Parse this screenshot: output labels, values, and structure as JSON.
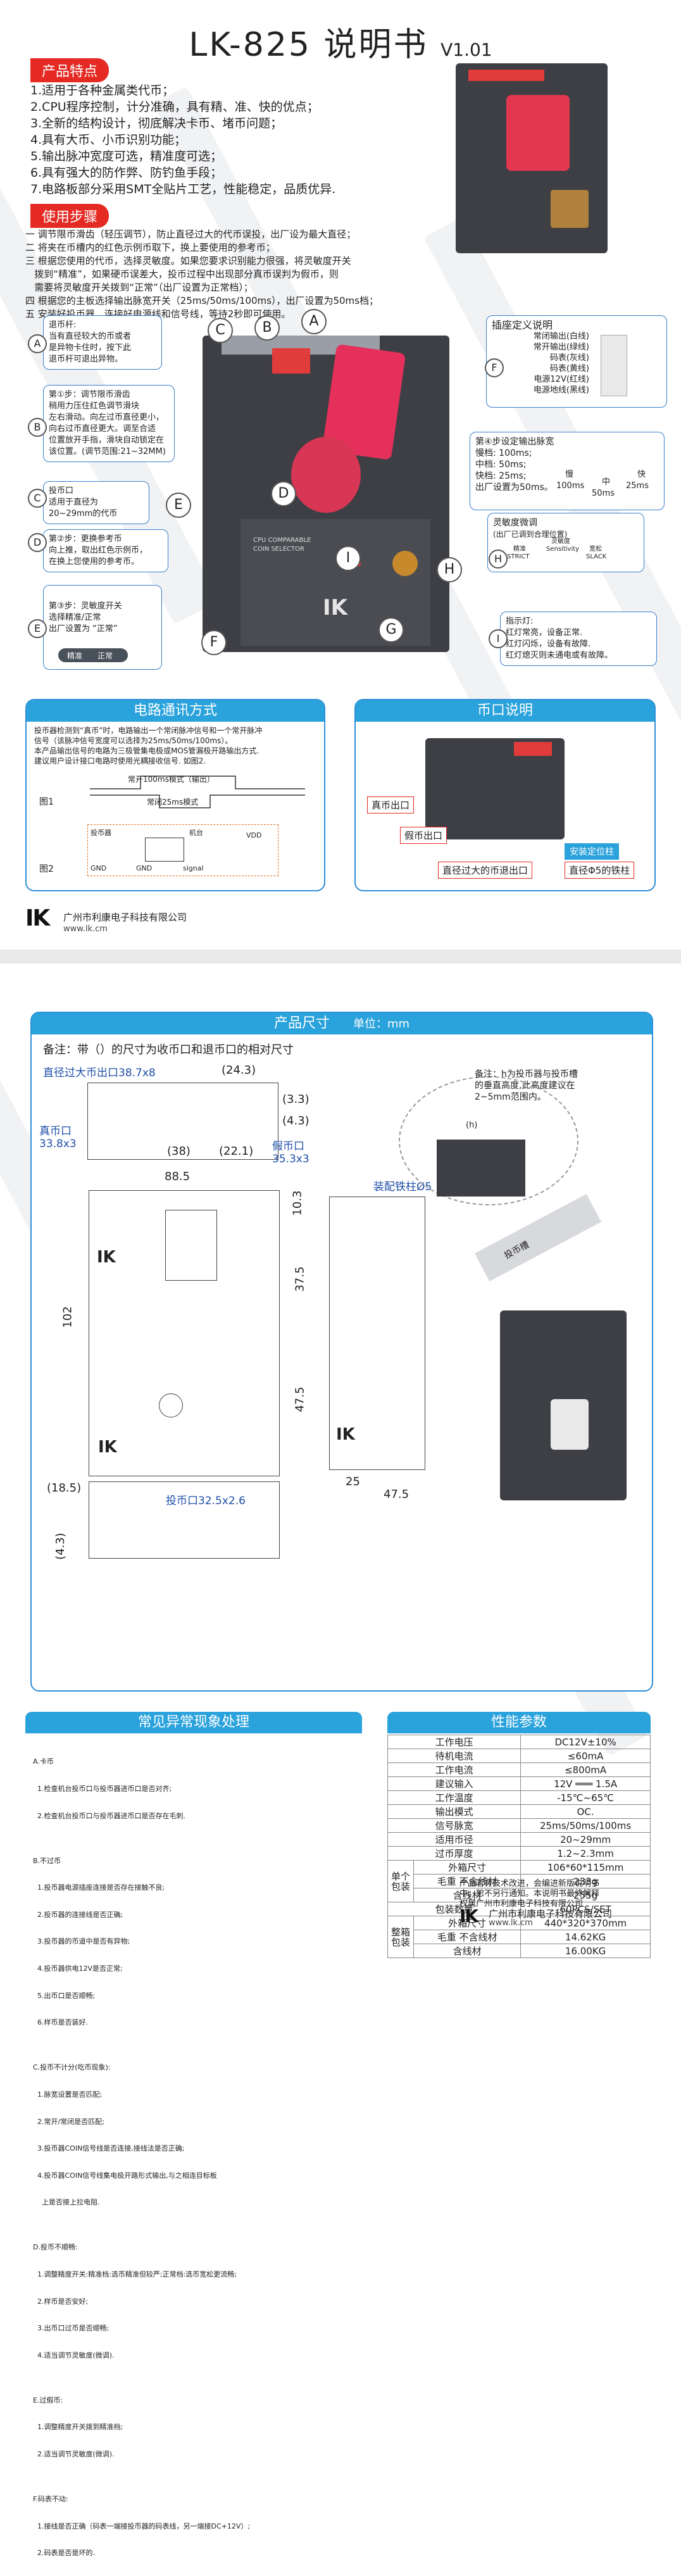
{
  "header": {
    "title": "LK-825 说明书",
    "version": "V1.01"
  },
  "features": {
    "label": "产品特点",
    "items": [
      "1.适用于各种金属类代币；",
      "2.CPU程序控制，计分准确，具有精、准、快的优点；",
      "3.全新的结构设计，彻底解决卡币、堵币问题；",
      "4.具有大币、小币识别功能；",
      "5.输出脉冲宽度可选，精准度可选；",
      "6.具有强大的防作弊、防钓鱼手段；",
      "7.电路板部分采用SMT全贴片工艺，性能稳定，品质优异."
    ]
  },
  "usage": {
    "label": "使用步骤",
    "items": [
      "一 调节限币滑齿（轻压调节），防止直径过大的代币误投，出厂设为最大直径；",
      "二 将夹在币槽内的红色示例币取下，换上要使用的参考币；",
      "三 根据您使用的代币，选择灵敏度。如果您要求识别能力很强，将灵敏度开关",
      "   拨到“精准”，如果硬币误差大，投币过程中出现部分真币误判为假币，则",
      "   需要将灵敏度开关拨到“正常”（出厂设置为正常档）；",
      "四 根据您的主板选择输出脉宽开关（25ms/50ms/100ms），出厂设置为50ms档；",
      "五 安装好投币器，连接好电源线和信号线，等待2秒即可使用。"
    ]
  },
  "diagram": {
    "callout_a": "退币杆:\n当有直径较大的币或者\n是异物卡住时，按下此\n退币杆可退出异物。",
    "callout_b": "第①步：调节限币滑齿\n稍用力压住红色调节滑块\n左右滑动。向左过币直径更小，\n向右过币直径更大。调至合适\n位置放开手指，滑块自动锁定在\n该位置。(调节范围:21~32MM)",
    "callout_c": "投币口\n适用于直径为\n20~29mm的代币",
    "callout_d": "第②步：更换参考币\n向上推，取出红色示例币，\n在换上您使用的参考币。",
    "callout_e": "第③步：灵敏度开关\n选择精准/正常\n出厂设置为 “正常”",
    "switch_labels": [
      "精准",
      "正常"
    ],
    "plug_title": "插座定义说明",
    "plug_items": [
      "常闭输出(白线)",
      "常开输出(绿线)",
      "码表(灰线)",
      "码表(黄线)",
      "电源12V(红线)",
      "电源地线(黑线)"
    ],
    "pulse_title": "第④步设定输出脉宽",
    "pulse_items": [
      "慢档: 100ms;",
      "中档: 50ms;",
      "快档: 25ms;",
      "出厂设置为50ms。"
    ],
    "pulse_marks": [
      "慢",
      "中",
      "快",
      "100ms",
      "50ms",
      "25ms"
    ],
    "sens_title": "灵敏度微调",
    "sens_sub": "(出厂已调到合理位置)",
    "sens_marks": [
      "灵敏度",
      "Sensitivity",
      "精准",
      "STRICT",
      "宽松",
      "SLACK"
    ],
    "led_text": "指示灯:\n红灯常亮，设备正常.\n红灯闪烁，设备有故障.\n红灯熄灭则未通电或有故障。",
    "letters": [
      "A",
      "B",
      "C",
      "D",
      "E",
      "F",
      "G",
      "H",
      "I"
    ],
    "device_text": [
      "CPU COMPARABLE",
      "COIN SELECTOR"
    ]
  },
  "circuit": {
    "title": "电路通讯方式",
    "text": [
      "投币器检测到“真币”时，电路输出一个常闭脉冲信号和一个常开脉冲",
      "信号（该脉冲信号宽度可以选择为25ms/50ms/100ms）。",
      "本产品输出信号的电路为三极管集电极或MOS管漏极开路输出方式.",
      "建议用户设计接口电路时使用光耦接收信号. 如图2."
    ],
    "fig1": "图1",
    "fig2": "图2",
    "mode1": "常开100ms模式（输出）",
    "mode2": "常闭25ms模式",
    "labels": [
      "投币器",
      "机台",
      "VDD",
      "GND",
      "GND",
      "signal"
    ]
  },
  "coin_exit": {
    "title": "币口说明",
    "labels": [
      "真币出口",
      "假币出口",
      "直径过大的币退出口"
    ],
    "blue": [
      "安装定位柱",
      "直径Φ5的铁柱"
    ]
  },
  "company": {
    "logo": "IK",
    "name": "广州市利康电子科技有限公司",
    "url": "www.lk.cm"
  },
  "dimensions": {
    "title": "产品尺寸",
    "unit": "单位：mm",
    "note": "备注：带（）的尺寸为收币口和退币口的相对尺寸",
    "h_note": "备注：h为投币器与投币槽\n的垂直高度,此高度建议在\n2~5mm范围内。",
    "labels": {
      "big_exit": "直径过大币出口38.7x8",
      "true_exit": "真币口\n33.8x3",
      "false_exit": "假币口\n35.3x3",
      "coin_in": "投币口32.5x2.6",
      "mount": "装配铁柱Ø5",
      "slot": "投币槽",
      "h": "(h)"
    },
    "values": [
      "(24.3)",
      "(3.3)",
      "(4.3)",
      "(38)",
      "(22.1)",
      "88.5",
      "10.3",
      "102",
      "37.5",
      "47.5",
      "(18.5)",
      "(4.3)",
      "25",
      "47.5"
    ]
  },
  "troubles": {
    "title": "常见异常现象处理",
    "text": [
      "A.卡币",
      "  1.检查机台投币口与投币器进币口是否对齐;",
      "  2.检查机台投币口与投币器进币口是否存在毛刺.",
      "",
      "B.不过币",
      "  1.投币器电源插座连接是否存在接触不良;",
      "  2.投币器的连接线是否正确;",
      "  3.投币器的币道中是否有异物;",
      "  4.投币器供电12V是否正常;",
      "  5.出币口是否顺畅;",
      "  6.样币是否装好.",
      "",
      "C.投币不计分(吃币现象):",
      "  1.脉宽设置是否匹配;",
      "  2.常开/常闭是否匹配;",
      "  3.投币器COIN信号线是否连接,接线法是否正确;",
      "  4.投币器COIN信号线集电极开路形式输出,与之相连目标板",
      "    上是否接上拉电阻.",
      "",
      "D.投币不顺畅:",
      "  1.调整精度开关:精准档:选币精准但较严;正常档:选币宽松更流畅;",
      "  2.样币是否安好;",
      "  3.出币口过币是否顺畅;",
      "  4.适当调节灵敏度(微调).",
      "",
      "E.过假币:",
      "  1.调整精度开关拨到精准档;",
      "  2.适当调节灵敏度(微调).",
      "",
      "F.码表不动:",
      "  1.接线是否正确（码表一端接投币器的码表线，另一端接DC+12V）;",
      "  2.码表是否是坏的."
    ]
  },
  "params": {
    "title": "性能参数",
    "rows": [
      {
        "k": "工作电压",
        "v": "DC12V±10%"
      },
      {
        "k": "待机电流",
        "v": "≤60mA"
      },
      {
        "k": "工作电流",
        "v": "≤800mA"
      },
      {
        "k": "建议输入",
        "v": "12V ═══ 1.5A"
      },
      {
        "k": "工作温度",
        "v": "-15℃~65℃"
      },
      {
        "k": "输出模式",
        "v": "OC."
      },
      {
        "k": "信号脉宽",
        "v": "25ms/50ms/100ms"
      },
      {
        "k": "适用币径",
        "v": "20~29mm"
      },
      {
        "k": "过币厚度",
        "v": "1.2~2.3mm"
      }
    ],
    "single_pack": "单个\n包装",
    "single_rows": [
      {
        "k": "外箱尺寸",
        "v": "106*60*115mm"
      },
      {
        "k": "不含线材",
        "v": "233g"
      },
      {
        "k": "含线材",
        "v": "255g"
      }
    ],
    "weight": "毛重",
    "pack_qty": {
      "k": "包装数量",
      "v": "60PCS/SET"
    },
    "box_pack": "整箱\n包装",
    "box_rows": [
      {
        "k": "外箱尺寸",
        "v": "440*320*370mm"
      },
      {
        "k": "不含线材",
        "v": "14.62KG"
      },
      {
        "k": "含线材",
        "v": "16.00KG"
      }
    ]
  },
  "footer_note": "产品若有技术改进，会编进新版说明书\n中，恕不另行通知。本说明书最终解释\n权属广州市利康电子科技有限公司"
}
